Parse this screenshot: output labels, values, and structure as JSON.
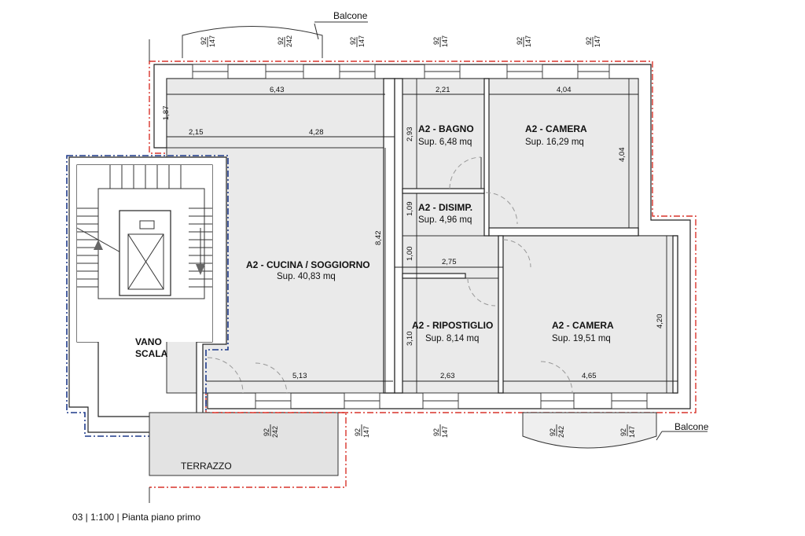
{
  "caption": "03 | 1:100 | Pianta piano primo",
  "balconies": [
    "Balcone",
    "Balcone"
  ],
  "terrace": "TERRAZZO",
  "stair": {
    "line1": "VANO",
    "line2": "SCALA"
  },
  "rooms": [
    {
      "name": "A2 - BAGNO",
      "area": "Sup. 6,48 mq"
    },
    {
      "name": "A2 - CAMERA",
      "area": "Sup. 16,29 mq"
    },
    {
      "name": "A2 - DISIMP.",
      "area": "Sup. 4,96 mq"
    },
    {
      "name": "A2 - CUCINA / SOGGIORNO",
      "area": "Sup. 40,83 mq"
    },
    {
      "name": "A2 - RIPOSTIGLIO",
      "area": "Sup. 8,14 mq"
    },
    {
      "name": "A2 - CAMERA",
      "area": "Sup. 19,51 mq"
    }
  ],
  "dimensions": [
    "6,43",
    "2,21",
    "4,04",
    "1,87",
    "2,15",
    "4,28",
    "2,93",
    "4,04",
    "1,09",
    "8,42",
    "1,00",
    "2,75",
    "4,20",
    "3,10",
    "5,13",
    "2,63",
    "4,65"
  ],
  "windows_top": [
    {
      "w": "92",
      "h": "147"
    },
    {
      "w": "92",
      "h": "242"
    },
    {
      "w": "92",
      "h": "147"
    },
    {
      "w": "92",
      "h": "147"
    },
    {
      "w": "92",
      "h": "147"
    },
    {
      "w": "92",
      "h": "147"
    }
  ],
  "windows_bottom": [
    {
      "w": "92",
      "h": "242"
    },
    {
      "w": "92",
      "h": "147"
    },
    {
      "w": "92",
      "h": "147"
    },
    {
      "w": "92",
      "h": "242"
    },
    {
      "w": "92",
      "h": "147"
    }
  ]
}
